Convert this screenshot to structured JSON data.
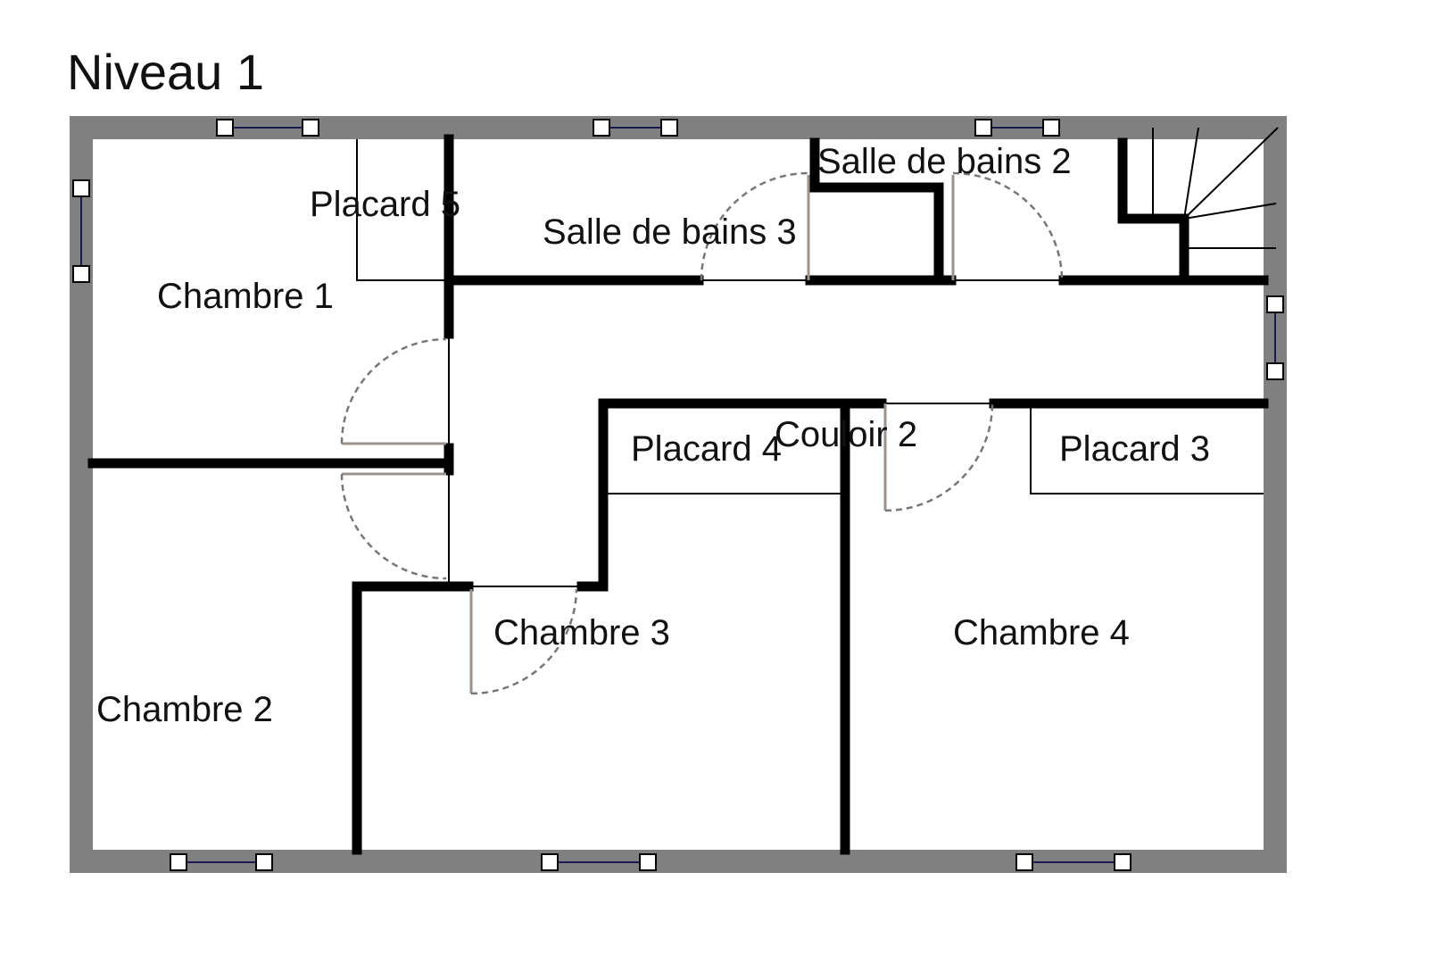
{
  "title": "Niveau 1",
  "rooms": [
    {
      "label": "Chambre 1"
    },
    {
      "label": "Chambre 2"
    },
    {
      "label": "Chambre 3"
    },
    {
      "label": "Chambre 4"
    },
    {
      "label": "Placard 5"
    },
    {
      "label": "Placard 4"
    },
    {
      "label": "Placard 3"
    },
    {
      "label": "Salle de bains 3"
    },
    {
      "label": "Salle de bains 2"
    },
    {
      "label": "Couloir 2"
    }
  ],
  "colors": {
    "outer_wall": "#808080",
    "inner_wall": "#000000",
    "door_leaf": "#9a928c"
  }
}
